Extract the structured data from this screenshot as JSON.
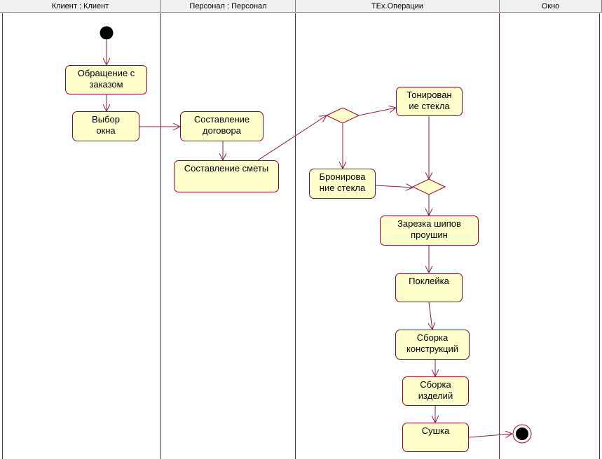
{
  "lanes": [
    {
      "id": "client",
      "label": "Клиент : Клиент"
    },
    {
      "id": "staff",
      "label": "Персонал : Персонал"
    },
    {
      "id": "ops",
      "label": "TEx.Операции"
    },
    {
      "id": "window",
      "label": "Окно"
    }
  ],
  "activities": [
    {
      "id": "order",
      "lines": [
        "Обращение с",
        "заказом"
      ]
    },
    {
      "id": "choose",
      "lines": [
        "Выбор",
        "окна"
      ]
    },
    {
      "id": "contract",
      "lines": [
        "Составление",
        "договора"
      ]
    },
    {
      "id": "estimate",
      "lines": [
        "Составление сметы"
      ]
    },
    {
      "id": "tint",
      "lines": [
        "Тонирован",
        "ие стекла"
      ]
    },
    {
      "id": "armor",
      "lines": [
        "Бронирова",
        "ние стекла"
      ]
    },
    {
      "id": "cut",
      "lines": [
        "Зарезка шипов",
        "проушин"
      ]
    },
    {
      "id": "glue",
      "lines": [
        "Поклейка"
      ]
    },
    {
      "id": "assembly-struct",
      "lines": [
        "Сборка",
        "конструкций"
      ]
    },
    {
      "id": "assembly-prod",
      "lines": [
        "Сборка",
        "изделий"
      ]
    },
    {
      "id": "dry",
      "lines": [
        "Сушка"
      ]
    }
  ],
  "colors": {
    "activity_fill": "#ffffcc",
    "border": "#990033",
    "lane_line": "#8b1a4a",
    "flow": "#8b1a4a"
  }
}
